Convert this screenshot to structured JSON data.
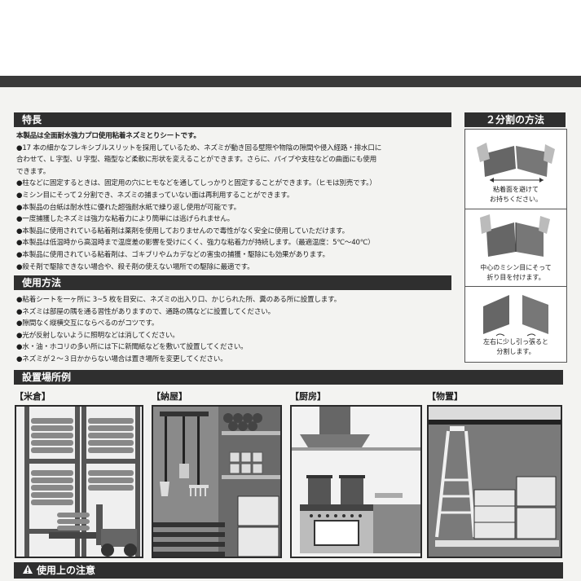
{
  "features": {
    "heading": "特長",
    "lead": "本製品は全面耐水強力プロ使用粘着ネズミとりシートです。",
    "items": [
      "17 本の細かなフレキシブルスリットを採用しているため、ネズミが動き回る壁際や物陰の隙間や侵入経路・排水口に",
      "合わせて、L 字型、U 字型、箱型など柔軟に形状を変えることができます。さらに、パイプや支柱などの曲面にも使用",
      "できます。",
      "●柱などに固定するときは、固定用の穴にヒモなどを通してしっかりと固定することができます。（ヒモは別売です。）",
      "●ミシン目にそって２分割でき、ネズミの捕まっていない面は再利用することができます。",
      "●本製品の台紙は耐水性に優れた超強耐水紙で繰り返し使用が可能です。",
      "●一度捕獲したネズミは強力な粘着力により簡単には逃げられません。",
      "●本製品に使用されている粘着剤は薬剤を使用しておりませんので毒性がなく安全に使用していただけます。",
      "●本製品は低温時から高温時まで温度差の影響を受けにくく、強力な粘着力が持続します。（最適温度：5℃～40℃）",
      "●本製品に使用されている粘着剤は、ゴキブリやムカデなどの害虫の捕獲・駆除にも効果があります。",
      "●殺そ剤で駆除できない場合や、殺そ剤の使えない場所での駆除に最適です。"
    ]
  },
  "usage": {
    "heading": "使用方法",
    "items": [
      "●粘着シートを一ヶ所に 3~5 枚を目安に、ネズミの出入り口、かじられた所、糞のある所に設置します。",
      "●ネズミは部屋の隅を通る習性がありますので、通路の隅などに設置してください。",
      "●隙間なく縦横交互にならべるのがコツです。",
      "●光が反射しないように照明などは消してください。",
      "●水・油・ホコリの多い所には下に新聞紙などを敷いて設置してください。",
      "●ネズミが２～３日かからない場合は置き場所を変更してください。"
    ]
  },
  "split_method": {
    "heading": "２分割の方法",
    "steps": [
      {
        "caption1": "粘着面を避けて",
        "caption2": "お持ちください。"
      },
      {
        "caption1": "中心のミシン目にそって",
        "caption2": "折り目を付けます。"
      },
      {
        "caption1": "左右に少し引っ張ると",
        "caption2": "分割します。"
      }
    ]
  },
  "locations": {
    "heading": "設置場所例",
    "places": [
      "【米倉】",
      "【納屋】",
      "【厨房】",
      "【物置】"
    ]
  },
  "caution": {
    "icon": "warning-triangle-icon",
    "heading": "使用上の注意"
  }
}
